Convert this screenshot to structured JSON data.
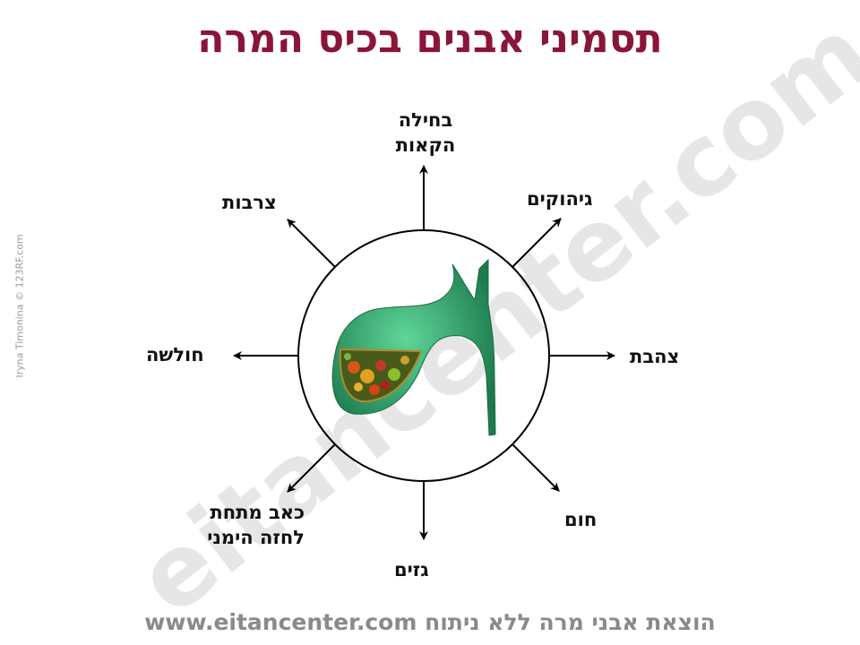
{
  "title": "תסמיני אבנים בכיס המרה",
  "symptoms": {
    "top_line1": "בחילה",
    "top_line2": "הקאות",
    "top_right": "גיהוקים",
    "right": "צהבת",
    "bottom_right": "חום",
    "bottom": "גזים",
    "bottom_left_line1": "כאב מתחת",
    "bottom_left_line2": "לחזה הימני",
    "left": "חולשה",
    "top_left": "צרבות"
  },
  "footer": {
    "url": "www.eitancenter.com",
    "tagline": "הוצאת אבני מרה ללא ניתוח"
  },
  "credit": "Iryna Timonina © 123RF.com",
  "watermark": "eitancenter.com",
  "colors": {
    "title": "#8b1538",
    "gallbladder": "#2fa36b",
    "footer": "#8a8a8a"
  }
}
